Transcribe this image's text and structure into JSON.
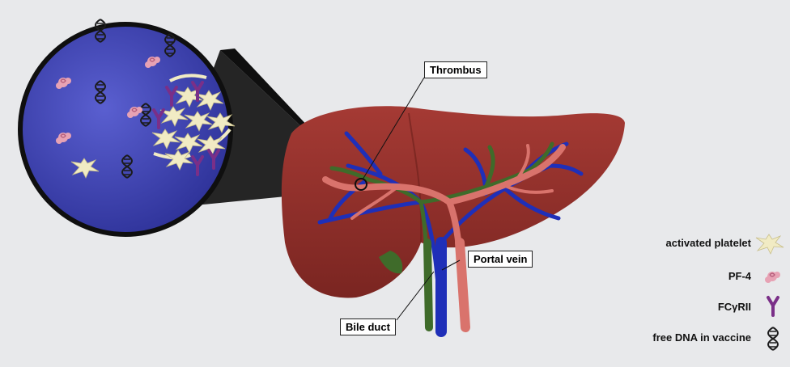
{
  "labels": {
    "thrombus": "Thrombus",
    "portal_vein": "Portal vein",
    "bile_duct": "Bile duct"
  },
  "legend": [
    {
      "label": "activated platelet",
      "icon": "activated-platelet-icon"
    },
    {
      "label": "PF-4",
      "icon": "pf4-icon"
    },
    {
      "label": "FCγRII",
      "icon": "fcgrii-icon"
    },
    {
      "label": "free DNA in vaccine",
      "icon": "dna-icon"
    }
  ],
  "colors": {
    "background": "#e8e9eb",
    "liver": "#8f2e2a",
    "portal_vein": "#d9736c",
    "hepatic_vessel": "#1f2fb8",
    "bile_duct": "#3f6b2a",
    "magnifier_fill": "#3b3fb0",
    "platelet": "#f1ebc4",
    "pf4": "#e7a2b4",
    "fcgrii": "#7a2f88",
    "dna": "#1b1b1b"
  }
}
